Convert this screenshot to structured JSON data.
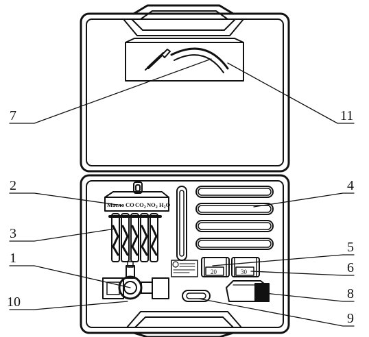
{
  "callouts": {
    "n1": "1",
    "n2": "2",
    "n3": "3",
    "n4": "4",
    "n5": "5",
    "n6": "6",
    "n7": "7",
    "n8": "8",
    "n9": "9",
    "n10": "10",
    "n11": "11"
  },
  "tube_header": {
    "maslo": "Масло",
    "co": "CO",
    "co2": "CO",
    "co2_sub": "2",
    "no2": "NO",
    "no2_sub": "2",
    "h2o": "H",
    "h2o_sub": "2",
    "h2o_o": "O"
  },
  "vials": {
    "v20": "20",
    "v30": "30"
  },
  "colors": {
    "ink": "#111111",
    "paper": "#ffffff"
  }
}
